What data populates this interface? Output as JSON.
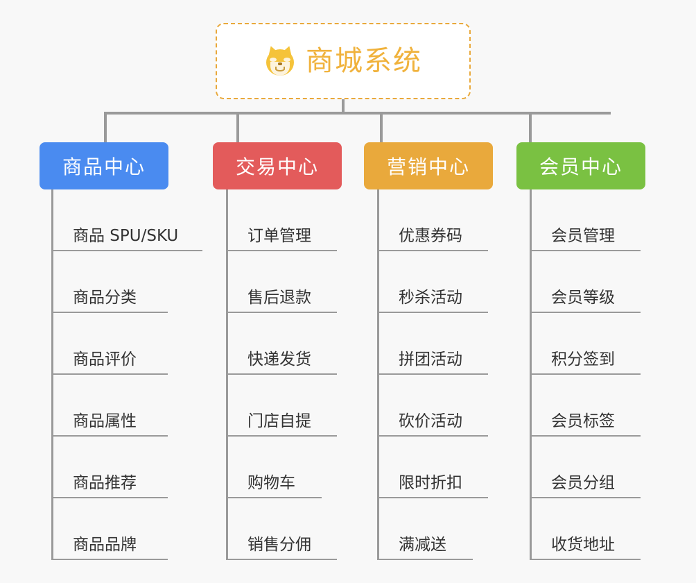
{
  "root": {
    "title": "商城系统",
    "icon": "shiba-dog-face-icon",
    "border_color": "#e9a93c",
    "title_color": "#f0b23c",
    "background": "#ffffff"
  },
  "canvas": {
    "background": "#f8f8f8",
    "connector_color": "#9a9a9a"
  },
  "columns": [
    {
      "header": "商品中心",
      "color": "#4a8bf0",
      "items": [
        "商品 SPU/SKU",
        "商品分类",
        "商品评价",
        "商品属性",
        "商品推荐",
        "商品品牌"
      ]
    },
    {
      "header": "交易中心",
      "color": "#e35b5b",
      "items": [
        "订单管理",
        "售后退款",
        "快递发货",
        "门店自提",
        "购物车",
        "销售分佣"
      ]
    },
    {
      "header": "营销中心",
      "color": "#e9a93c",
      "items": [
        "优惠券码",
        "秒杀活动",
        "拼团活动",
        "砍价活动",
        "限时折扣",
        "满减送"
      ]
    },
    {
      "header": "会员中心",
      "color": "#7ac142",
      "items": [
        "会员管理",
        "会员等级",
        "积分签到",
        "会员标签",
        "会员分组",
        "收货地址"
      ]
    }
  ]
}
